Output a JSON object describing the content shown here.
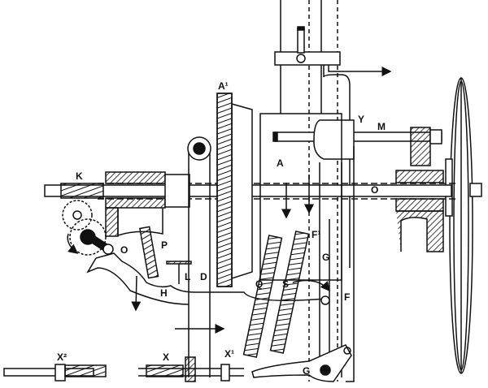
{
  "figure": {
    "labels": {
      "a_prime": "A¹",
      "a": "A",
      "k": "K",
      "y": "Y",
      "m": "M",
      "o_right": "O",
      "o_left": "O",
      "p": "P",
      "f_prime": "F¹",
      "g_upper": "G",
      "l": "L",
      "d": "D",
      "h": "H",
      "q": "Q",
      "s": "S",
      "f": "F",
      "x_squared": "X²",
      "x": "X",
      "x_prime": "X¹",
      "g_lower": "G"
    },
    "colors": {
      "ink": "#111111",
      "paper": "#ffffff"
    }
  }
}
